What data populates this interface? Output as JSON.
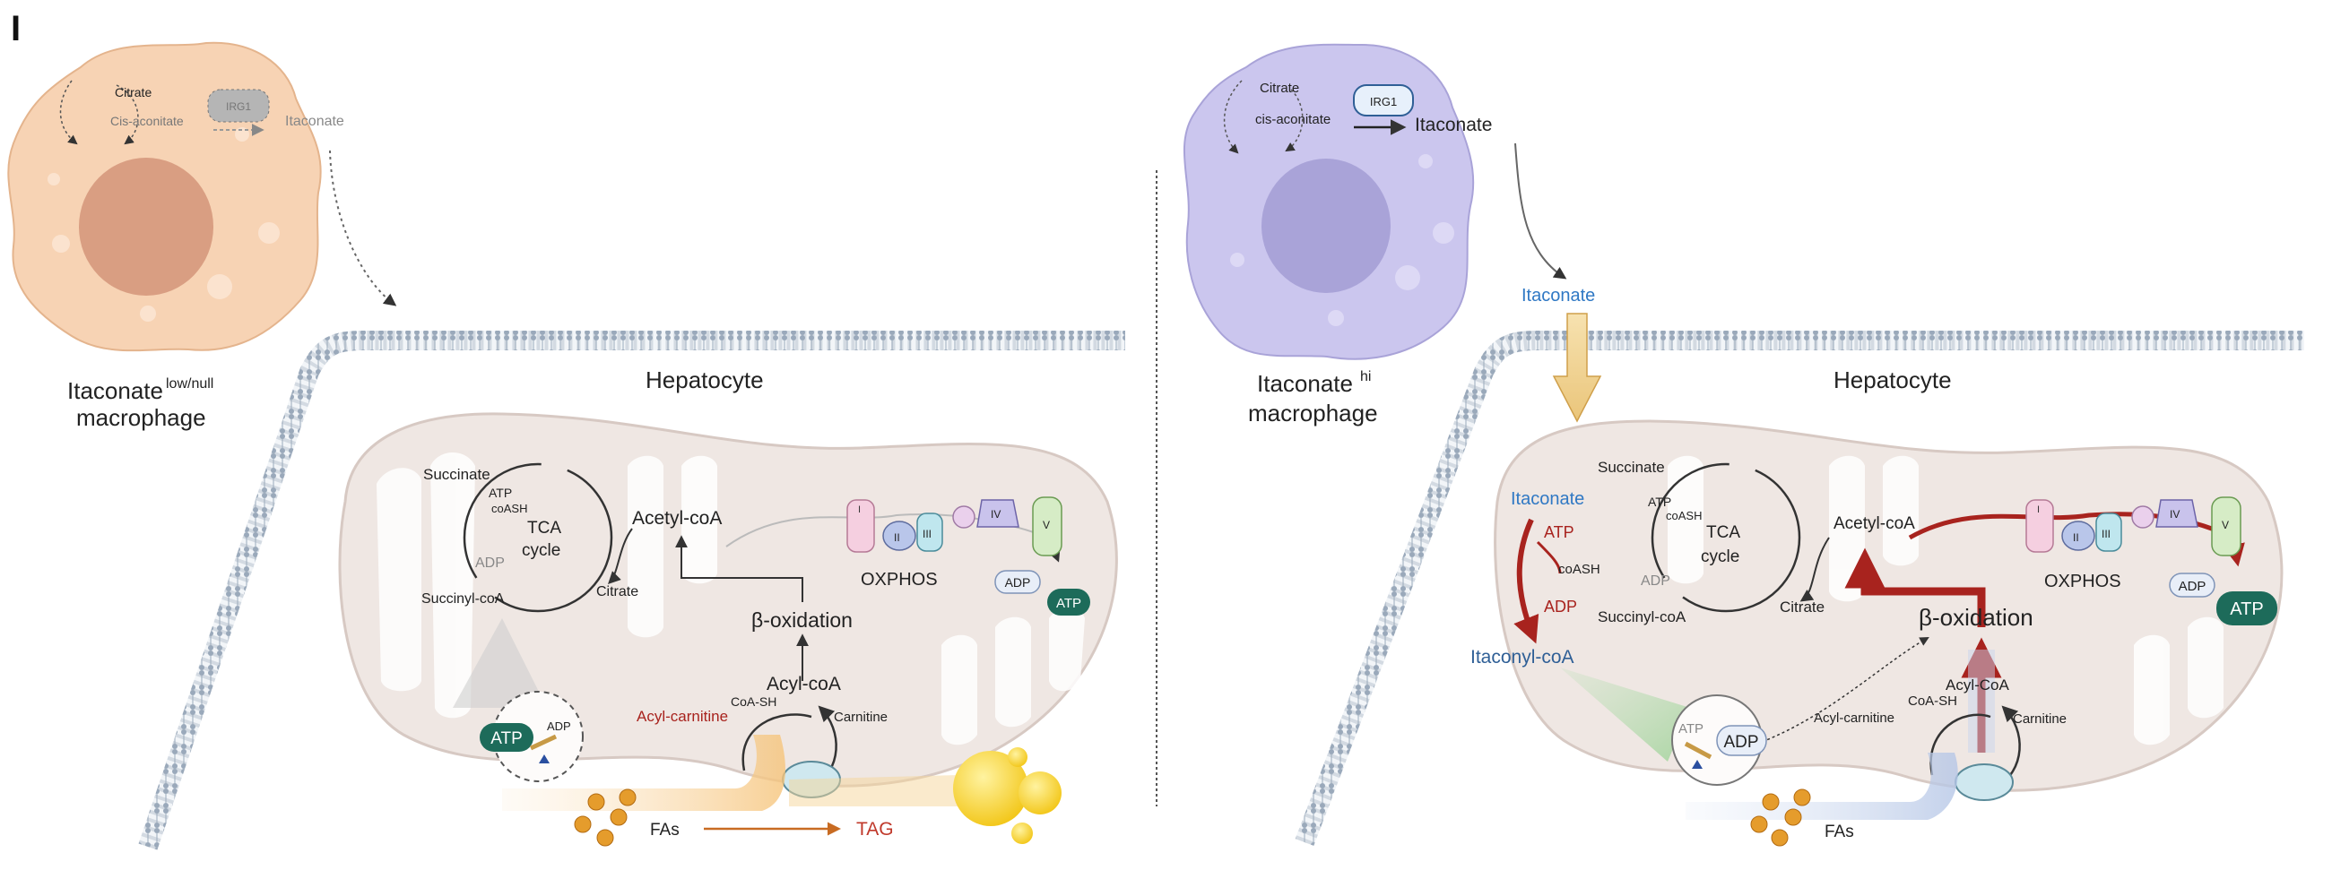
{
  "panel_label": "I",
  "left": {
    "macrophage_title": "Itaconate",
    "macrophage_sup": "low/null",
    "macrophage_sub": "macrophage",
    "cell_labels": {
      "citrate": "Citrate",
      "cis_aconitate": "Cis-aconitate",
      "irg1": "IRG1",
      "itaconate": "Itaconate"
    },
    "hepatocyte": "Hepatocyte",
    "tca": {
      "succinate": "Succinate",
      "atp": "ATP",
      "coash": "coASH",
      "cycle_line1": "TCA",
      "cycle_line2": "cycle",
      "adp": "ADP",
      "succinyl_coa": "Succinyl-coA",
      "citrate": "Citrate"
    },
    "acetyl_coa": "Acetyl-coA",
    "beta_oxidation": "β-oxidation",
    "acyl_coa": "Acyl-coA",
    "acyl_carnitine": "Acyl-carnitine",
    "coa_sh": "CoA-SH",
    "carnitine": "Carnitine",
    "oxphos": "OXPHOS",
    "complexes": [
      "I",
      "II",
      "III",
      "IV",
      "V"
    ],
    "adp_small": "ADP",
    "atp_small": "ATP",
    "atp_inset": "ATP",
    "adp_inset": "ADP",
    "fas": "FAs",
    "tag": "TAG"
  },
  "right": {
    "macrophage_title": "Itaconate",
    "macrophage_sup": "hi",
    "macrophage_sub": "macrophage",
    "cell_labels": {
      "citrate": "Citrate",
      "cis_aconitate": "cis-aconitate",
      "irg1": "IRG1",
      "itaconate": "Itaconate"
    },
    "itaconate_blue": "Itaconate",
    "hepatocyte": "Hepatocyte",
    "itaconate_mito": "Itaconate",
    "atp_red": "ATP",
    "coash": "coASH",
    "adp_red": "ADP",
    "itaconyl_coa": "Itaconyl-coA",
    "tca": {
      "succinate": "Succinate",
      "atp": "ATP",
      "coash": "coASH",
      "cycle_line1": "TCA",
      "cycle_line2": "cycle",
      "adp": "ADP",
      "succinyl_coa": "Succinyl-coA",
      "citrate": "Citrate"
    },
    "acetyl_coa": "Acetyl-coA",
    "beta_oxidation": "β-oxidation",
    "acyl_coa": "Acyl-CoA",
    "acyl_carnitine": "Acyl-carnitine",
    "coa_sh": "CoA-SH",
    "carnitine": "Carnitine",
    "oxphos": "OXPHOS",
    "complexes": [
      "I",
      "II",
      "III",
      "IV",
      "V"
    ],
    "adp_small": "ADP",
    "atp_big": "ATP",
    "atp_inset": "ATP",
    "adp_inset": "ADP",
    "fas": "FAs"
  },
  "colors": {
    "macrophage_left": "#f7d3b4",
    "macrophage_left_nucleus": "#d99e82",
    "macrophage_right": "#cbc6ee",
    "macrophage_right_nucleus": "#a9a3d8",
    "mitochondrion": "#efe7e3",
    "atp_badge": "#1d6b5a",
    "red_accent": "#a8231e",
    "blue_label": "#2f78c4",
    "membrane": "#9aa9bb"
  }
}
